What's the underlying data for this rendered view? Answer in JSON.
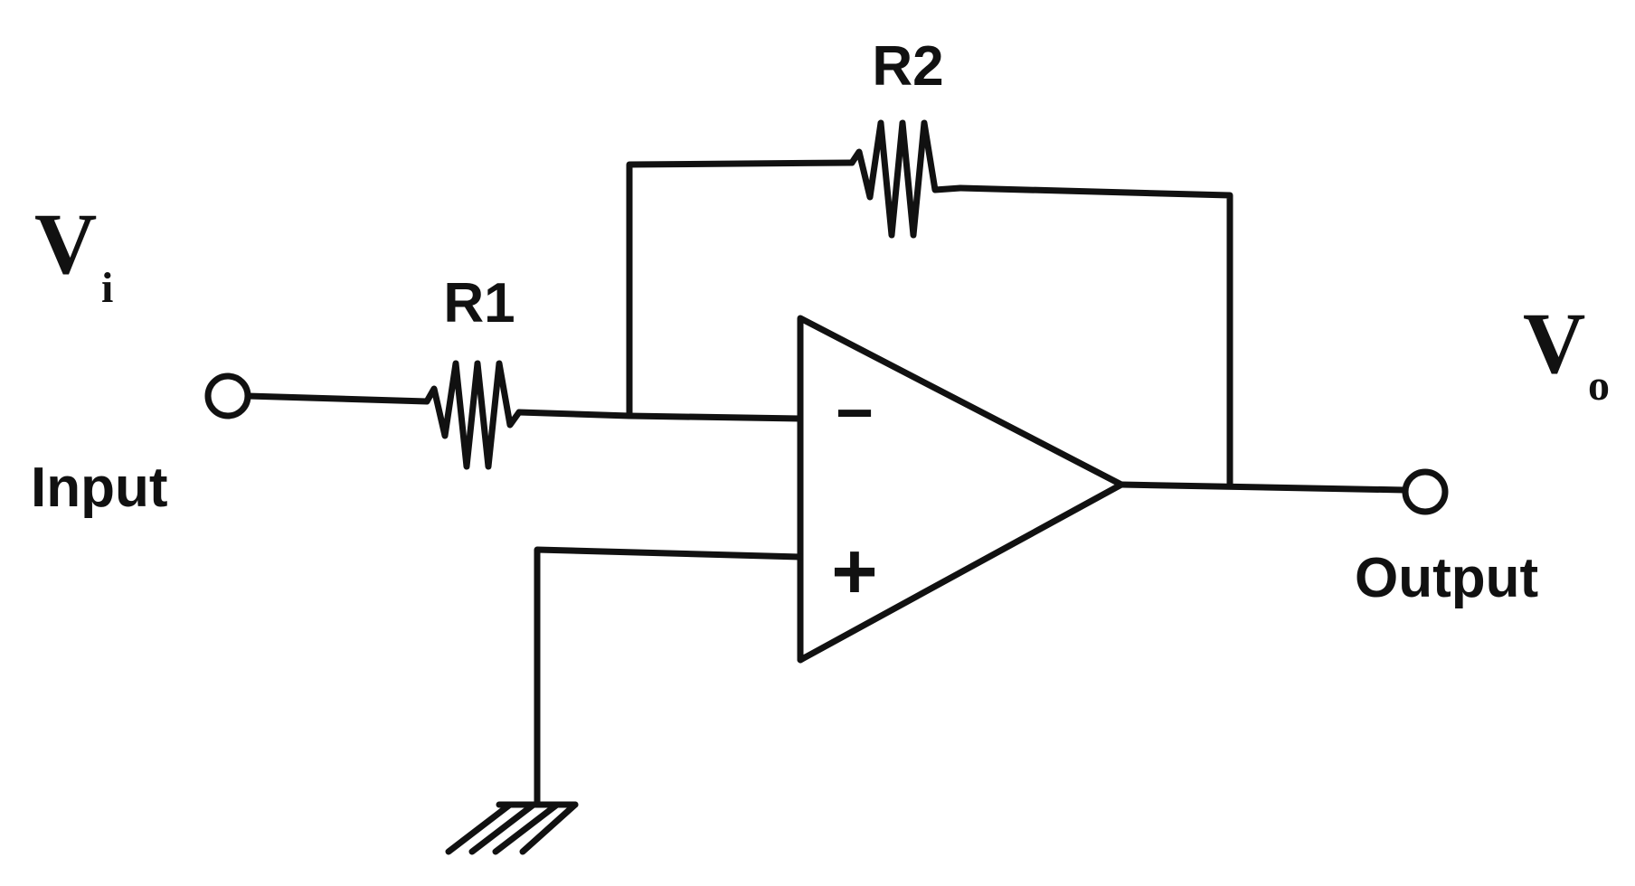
{
  "labels": {
    "input_voltage": "V",
    "input_voltage_sub": "i",
    "output_voltage": "V",
    "output_voltage_sub": "o",
    "input": "Input",
    "output": "Output",
    "resistor_1": "R1",
    "resistor_2": "R2",
    "inverting_sign": "−",
    "non_inverting_sign": "+"
  },
  "colors": {
    "stroke": "#111111",
    "background": "#ffffff"
  }
}
